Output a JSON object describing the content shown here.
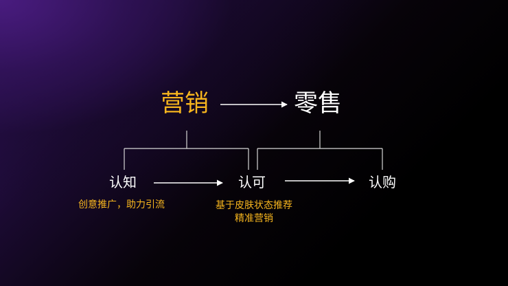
{
  "diagram": {
    "top": {
      "left_label": "营销",
      "right_label": "零售"
    },
    "stages": [
      {
        "label": "认知",
        "note": "创意推广，助力引流"
      },
      {
        "label": "认可",
        "note_lines": [
          "基于皮肤状态推荐",
          "精准营销"
        ]
      },
      {
        "label": "认购"
      }
    ]
  },
  "colors": {
    "accent": "#f6b51e",
    "text": "#ffffff",
    "line": "#d8d8d8"
  }
}
